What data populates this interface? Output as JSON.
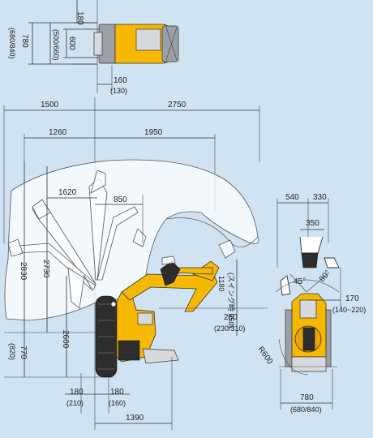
{
  "labels": {
    "top_180": "180",
    "top_780": "780",
    "top_680_840": "(680/840)",
    "top_600": "600",
    "top_500_660": "(500/660)",
    "top_160": "160",
    "top_130": "(130)",
    "d1500": "1500",
    "d2750": "2750",
    "d1260": "1260",
    "d1950": "1950",
    "d1620": "1620",
    "d850": "850",
    "d2830": "2830",
    "d2730": "2730",
    "d2600": "2600",
    "d770": "770",
    "d820": "(820)",
    "d1180": "1180",
    "swing_label": "(スイング時 950)",
    "d260": "260",
    "d230_310": "(230/310)",
    "d540": "540",
    "d330": "330",
    "d350": "350",
    "a45": "45°",
    "a80": "80°",
    "d170": "170",
    "d140_220": "(140~220)",
    "r600": "R600",
    "d780b": "780",
    "d680_840b": "(680/840)",
    "d180a": "180",
    "d210": "(210)",
    "d180b": "180",
    "d160": "(160)",
    "d1390": "1390"
  },
  "colors": {
    "background": "#cfe3f3",
    "machine_body": "#f6b800",
    "track": "#2d2d2d",
    "envelope_fill": "#ffffff"
  }
}
